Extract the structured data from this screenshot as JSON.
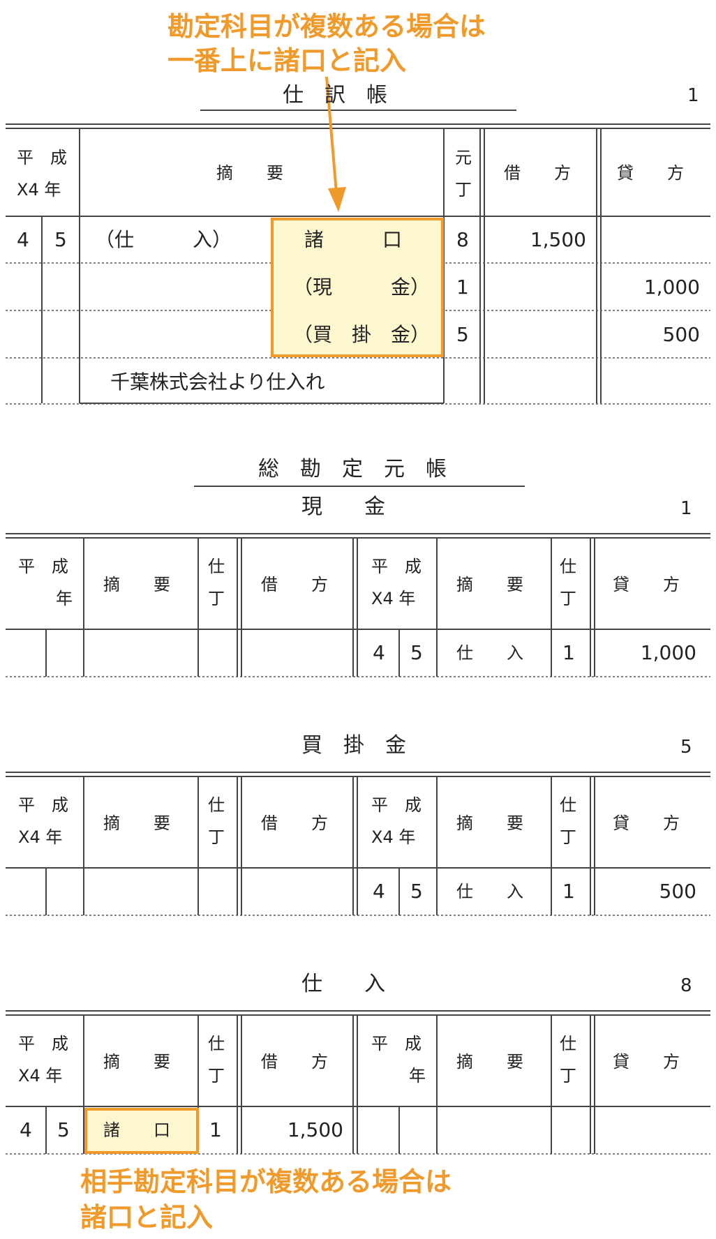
{
  "annotation_top": {
    "line1": "勘定科目が複数ある場合は",
    "line2": "一番上に諸口と記入"
  },
  "annotation_bottom": {
    "line1": "相手勘定科目が複数ある場合は",
    "line2": "諸口と記入"
  },
  "colors": {
    "accent": "#ef9a2a",
    "highlight_fill": "#fcf7cf",
    "rule": "#444444"
  },
  "journal": {
    "title": "仕　訳　帳",
    "page": "1",
    "headers": {
      "era": "平　成",
      "year": "X4 年",
      "description": "摘　　要",
      "ref1": "元",
      "ref2": "丁",
      "debit": "借　　方",
      "credit": "貸　　方"
    },
    "rows": [
      {
        "month": "4",
        "day": "5",
        "debit_account": "（仕　　　入）",
        "credit_account": "諸　　　口",
        "ref": "8",
        "debit": "1,500",
        "credit": ""
      },
      {
        "month": "",
        "day": "",
        "debit_account": "",
        "credit_account": "（現　　　金）",
        "ref": "1",
        "debit": "",
        "credit": "1,000"
      },
      {
        "month": "",
        "day": "",
        "debit_account": "",
        "credit_account": "（買　掛　金）",
        "ref": "5",
        "debit": "",
        "credit": "500"
      }
    ],
    "memo": "千葉株式会社より仕入れ"
  },
  "ledger": {
    "title": "総　勘　定　元　帳",
    "headers": {
      "era": "平　成",
      "year_only": "年",
      "year": "X4 年",
      "description": "摘　　要",
      "ref1": "仕",
      "ref2": "丁",
      "debit": "借　　方",
      "credit": "貸　　方"
    },
    "accounts": [
      {
        "name": "現　　金",
        "page": "1",
        "debit_row": {
          "month": "",
          "day": "",
          "desc": "",
          "ref": "",
          "amount": ""
        },
        "credit_row": {
          "month": "4",
          "day": "5",
          "desc": "仕　　入",
          "ref": "1",
          "amount": "1,000"
        }
      },
      {
        "name": "買　掛　金",
        "page": "5",
        "debit_row": {
          "month": "",
          "day": "",
          "desc": "",
          "ref": "",
          "amount": ""
        },
        "credit_row": {
          "month": "4",
          "day": "5",
          "desc": "仕　　入",
          "ref": "1",
          "amount": "500"
        }
      },
      {
        "name": "仕　　入",
        "page": "8",
        "debit_row": {
          "month": "4",
          "day": "5",
          "desc": "諸　　口",
          "ref": "1",
          "amount": "1,500"
        },
        "credit_row": {
          "month": "",
          "day": "",
          "desc": "",
          "ref": "",
          "amount": ""
        }
      }
    ]
  }
}
